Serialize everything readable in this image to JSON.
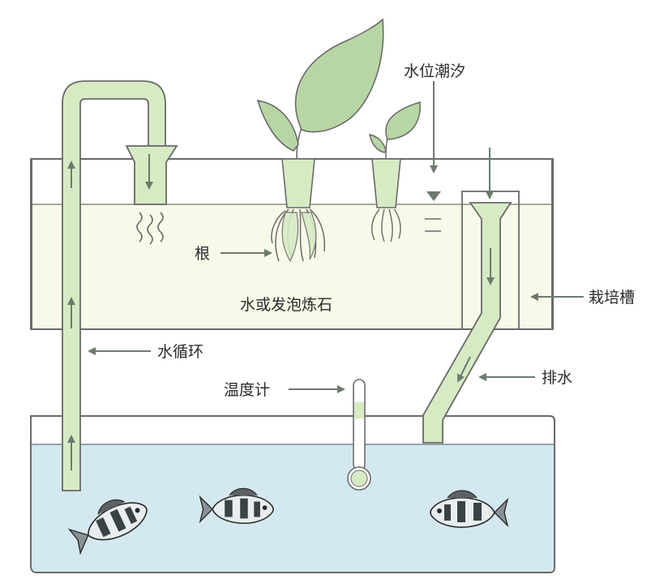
{
  "labels": {
    "tide": "水位潮汐",
    "root": "根",
    "medium": "水或发泡炼石",
    "grow_bed": "栽培槽",
    "circulation": "水循环",
    "drain": "排水",
    "thermometer": "温度计"
  },
  "colors": {
    "grow_bed_fill": "#f8f9e8",
    "water_fill": "#d4e8f0",
    "pipe_fill": "#d6ebc4",
    "leaf_fill": "#b8d6a4",
    "outline": "#6a6a6a",
    "arrow": "#6e7a6e"
  },
  "icons": {
    "fish": "fish-icon",
    "plant": "plant-icon",
    "arrow": "arrow-icon"
  }
}
